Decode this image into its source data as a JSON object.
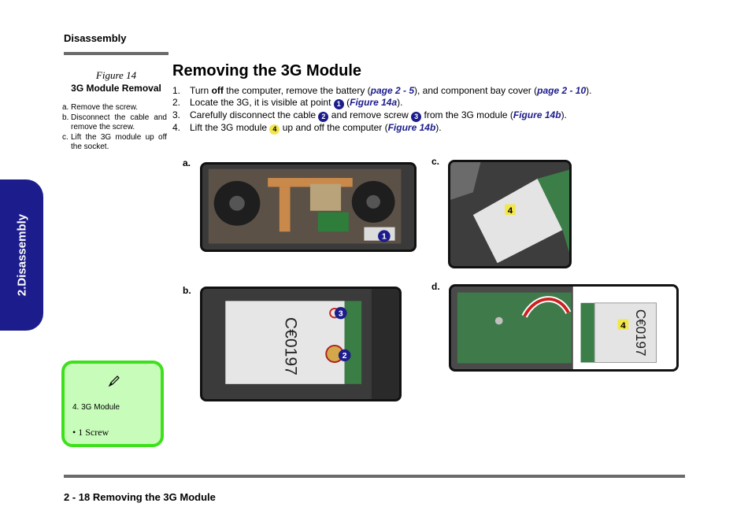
{
  "header": {
    "section": "Disassembly"
  },
  "side_tab": {
    "label": "2.Disassembly"
  },
  "figure": {
    "number": "Figure 14",
    "title": "3G Module Removal",
    "steps": [
      {
        "letter": "a.",
        "text": "Remove the screw."
      },
      {
        "letter": "b.",
        "text": "Disconnect the cable and remove the screw."
      },
      {
        "letter": "c.",
        "text": "Lift the 3G module up off the socket."
      }
    ]
  },
  "title": "Removing the 3G Module",
  "steps": [
    {
      "num": "1.",
      "t1": "Turn ",
      "bold": "off",
      "t2": " the computer, remove the battery (",
      "link1": "page 2 - 5",
      "t3": "), and component bay cover (",
      "link2": "page 2 - 10",
      "t4": ")."
    },
    {
      "num": "2.",
      "t1": "Locate the 3G, it is visible at point ",
      "badge": "1",
      "t2": " (",
      "link1": "Figure 14a",
      "t3": ")."
    },
    {
      "num": "3.",
      "t1": "Carefully disconnect the cable ",
      "badge1": "2",
      "t2": " and remove screw ",
      "badge2": "3",
      "t3": " from the 3G module (",
      "link1": "Figure 14b",
      "t4": ")."
    },
    {
      "num": "4.",
      "t1": "Lift the 3G module ",
      "badge": "4",
      "t2": " up and off the computer (",
      "link1": "Figure 14b",
      "t3": ")."
    }
  ],
  "panels": {
    "a": {
      "label": "a.",
      "callout": "1"
    },
    "b": {
      "label": "b.",
      "callout_screw": "3",
      "callout_cable": "2",
      "module_text": "C€0197"
    },
    "c": {
      "label": "c.",
      "callout": "4"
    },
    "d": {
      "label": "d.",
      "callout": "4",
      "module_text": "C€0197"
    }
  },
  "note": {
    "item": "4.   3G Module",
    "bullet": "•    1 Screw"
  },
  "footer": {
    "text": "2  -  18  Removing the 3G Module"
  },
  "colors": {
    "accent_blue": "#1c1c8c",
    "note_green_border": "#3ee01c",
    "note_green_fill": "#c8fcbb",
    "callout_yellow": "#f2e64a",
    "rule_gray": "#6b6b6b"
  }
}
